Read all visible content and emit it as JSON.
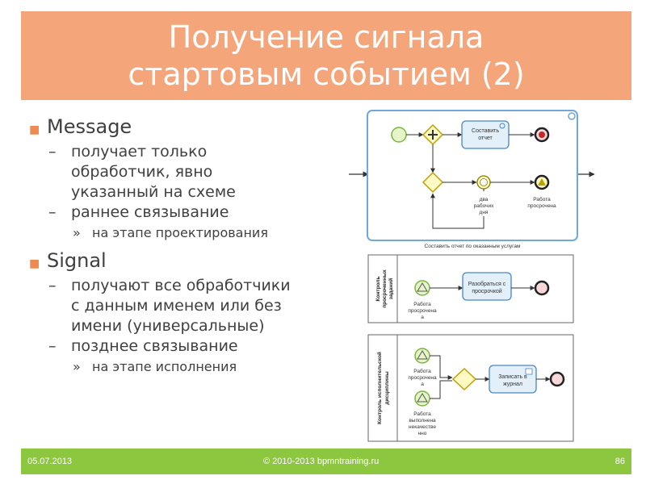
{
  "slide": {
    "title_lines": [
      "Получение сигнала",
      "стартовым событием (2)"
    ],
    "bullets": [
      {
        "label": "Message",
        "items": [
          {
            "lines": [
              "получает только",
              "обработчик,  явно",
              "указанный на схеме"
            ]
          },
          {
            "lines": [
              "раннее связывание"
            ],
            "sub": [
              "на этапе проектирования"
            ]
          }
        ]
      },
      {
        "label": "Signal",
        "items": [
          {
            "lines": [
              "получают все обработчики",
              "с данным именем или без",
              "имени (универсальные)"
            ]
          },
          {
            "lines": [
              "позднее связывание"
            ],
            "sub": [
              "на этапе исполнения"
            ]
          }
        ]
      }
    ],
    "markers": {
      "level1": "■",
      "level2": "–",
      "level3": "»"
    }
  },
  "diagram1": {
    "task1": [
      "Составить",
      "отчет"
    ],
    "timer_label": [
      "два",
      "рабочих",
      "дня"
    ],
    "signal_label": [
      "Работа",
      "просрочена"
    ],
    "caption": "Составить отчет по оказанным услугам"
  },
  "diagram2": {
    "lane": [
      "Контроль",
      "просроченных",
      "заданий"
    ],
    "event_label": [
      "Работа",
      "просрочена"
    ],
    "task": [
      "Разобраться с",
      "просрочкой"
    ]
  },
  "diagram3": {
    "lane": [
      "Контроль исполнительской",
      "дисциплины"
    ],
    "event1_label": [
      "Работа",
      "просрочена"
    ],
    "event2_label": [
      "Работа",
      "выполнена",
      "некачестве",
      "нно"
    ],
    "task": [
      "Записать в",
      "журнал"
    ]
  },
  "footer": {
    "date": "05.07.2013",
    "copyright": "© 2010-2013 bpmntraining.ru",
    "page": "86"
  },
  "colors": {
    "title_bg": "#F4A57A",
    "footer_bg": "#8DC63F",
    "accent": "#F08A50",
    "diagram_border": "#6FA8DC"
  }
}
